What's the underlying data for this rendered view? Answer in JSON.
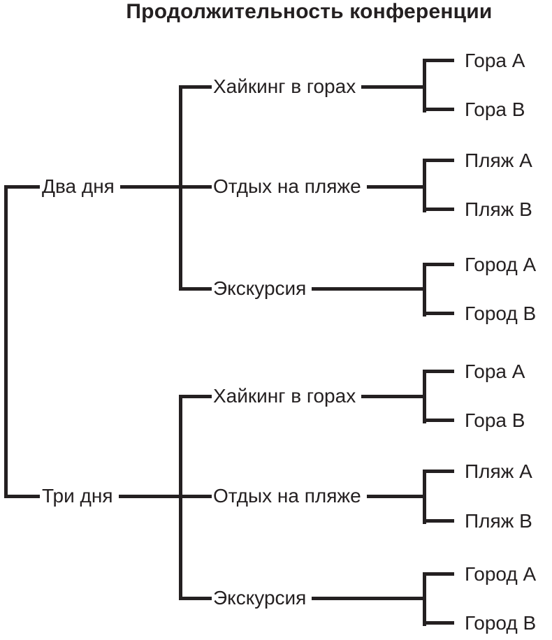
{
  "title": "Продолжительность конференции",
  "colors": {
    "line": "#242021",
    "text": "#242021",
    "background": "#ffffff"
  },
  "diagram_type": "decision-tree",
  "tree": {
    "root": "Продолжительность конференции",
    "branches": [
      {
        "label": "Два дня",
        "children": [
          {
            "label": "Хайкинг в горах",
            "children": [
              {
                "label": "Гора A"
              },
              {
                "label": "Гора B"
              }
            ]
          },
          {
            "label": "Отдых на пляже",
            "children": [
              {
                "label": "Пляж A"
              },
              {
                "label": "Пляж B"
              }
            ]
          },
          {
            "label": "Экскурсия",
            "children": [
              {
                "label": "Город A"
              },
              {
                "label": "Город B"
              }
            ]
          }
        ]
      },
      {
        "label": "Три дня",
        "children": [
          {
            "label": "Хайкинг в горах",
            "children": [
              {
                "label": "Гора A"
              },
              {
                "label": "Гора B"
              }
            ]
          },
          {
            "label": "Отдых на пляже",
            "children": [
              {
                "label": "Пляж A"
              },
              {
                "label": "Пляж B"
              }
            ]
          },
          {
            "label": "Экскурсия",
            "children": [
              {
                "label": "Город A"
              },
              {
                "label": "Город B"
              }
            ]
          }
        ]
      }
    ]
  }
}
